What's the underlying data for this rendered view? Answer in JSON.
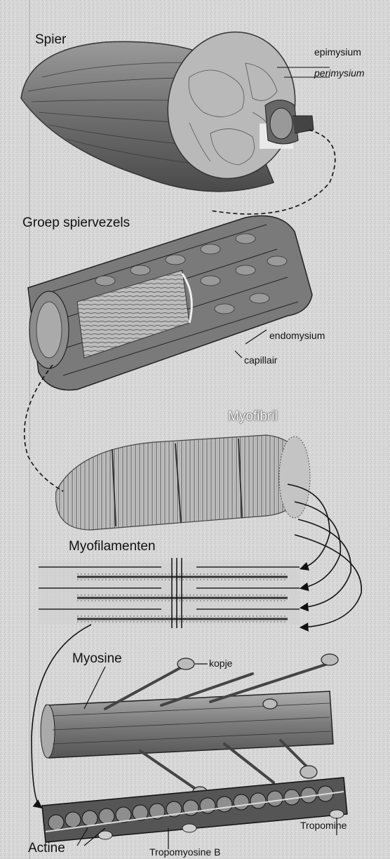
{
  "labels": {
    "spier": "Spier",
    "epimysium": "epimysium",
    "perimysium": "perimysium",
    "groep_spiervezels": "Groep spiervezels",
    "endomysium": "endomysium",
    "capillair": "capillair",
    "myofibril": "Myofibril",
    "myofilamenten": "Myofilamenten",
    "myosine": "Myosine",
    "kopje": "kopje",
    "actine": "Actine",
    "tropomyosine_b": "Tropomyosine B",
    "tropomine": "Tropomine"
  },
  "colors": {
    "background": "#d8d8d8",
    "muscle_dark": "#555555",
    "muscle_mid": "#8a8a8a",
    "muscle_light": "#c4c4c4",
    "line": "#111111"
  }
}
